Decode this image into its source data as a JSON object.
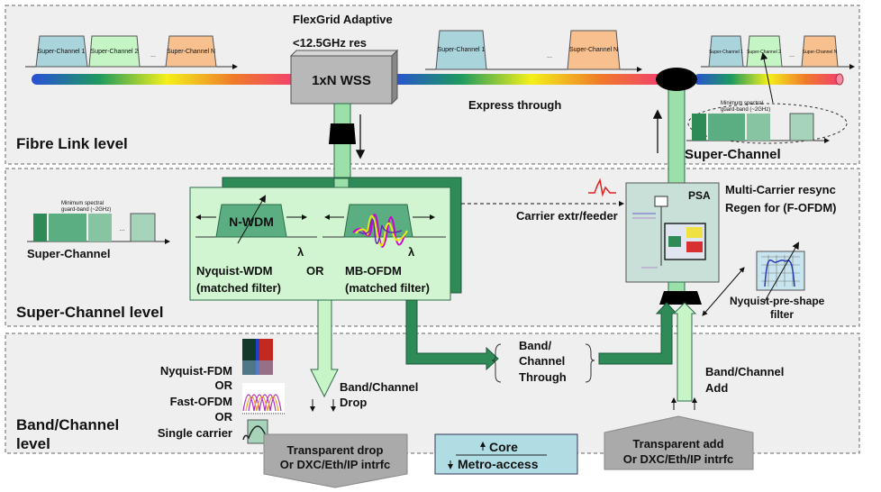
{
  "levels": {
    "fibre": "Fibre Link level",
    "super_channel": "Super-Channel level",
    "band_channel_line1": "Band/Channel",
    "band_channel_line2": "level"
  },
  "fibre": {
    "flexgrid_line1": "FlexGrid Adaptive",
    "flexgrid_line2": "<12.5GHz res",
    "wss": "1xN WSS",
    "express": "Express through",
    "spectrum_left": [
      "Super-Channel 1",
      "Super-Channel 2",
      "...",
      "Super-Channel N"
    ],
    "spectrum_mid": [
      "Super-Channel 1",
      "...",
      "Super-Channel N"
    ],
    "spectrum_right": [
      "Super-Channel 1",
      "Super-Channel 2",
      "...",
      "Super-Channel N"
    ],
    "guard_band_line1": "Minimum spectral",
    "guard_band_line2": "guard-band (~2GHz)",
    "super_channel": "Super-Channel"
  },
  "super_channel": {
    "inset_label": "Super-Channel",
    "guard_band_line1": "Minimum spectral",
    "guard_band_line2": "guard-band (~2GHz)",
    "n_wdm": "N-WDM",
    "lambda": "λ",
    "nyquist_wdm": "Nyquist-WDM",
    "or": "OR",
    "mb_ofdm": "MB-OFDM",
    "matched_filter": "(matched filter)",
    "psa": "PSA",
    "carrier": "Carrier extr/feeder",
    "regen_line1": "Multi-Carrier resync",
    "regen_line2": "Regen for (F-OFDM)",
    "prefilter_line1": "Nyquist-pre-shape",
    "prefilter_line2": "filter"
  },
  "band": {
    "formats": [
      "Nyquist-FDM",
      "OR",
      "Fast-OFDM",
      "OR",
      "Single carrier"
    ],
    "drop_line1": "Band/Channel",
    "drop_line2": "Drop",
    "through": [
      "Band/",
      "Channel",
      "Through"
    ],
    "add_line1": "Band/Channel",
    "add_line2": "Add",
    "drop_box_line1": "Transparent drop",
    "drop_box_line2": "Or DXC/Eth/IP intrfc",
    "core": "Core",
    "metro": "Metro-access",
    "add_box_line1": "Transparent add",
    "add_box_line2": "Or DXC/Eth/IP intrfc"
  },
  "colors": {
    "dark_green": "#2e8b57",
    "light_green": "#c8f5c8",
    "panel": "#efeff0",
    "wss_gray": "#b8b8b8",
    "core_box": "#b0dce4",
    "psa_box": "#c8e0d8"
  }
}
